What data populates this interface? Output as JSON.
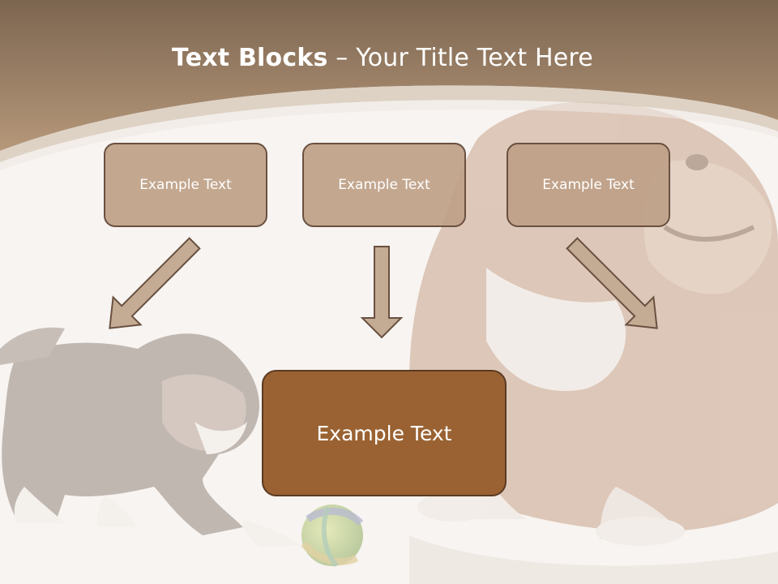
{
  "title": {
    "bold": "Text Blocks",
    "rest": " – Your Title Text Here"
  },
  "boxes": {
    "left": "Example Text",
    "center": "Example Text",
    "right": "Example Text",
    "main": "Example Text"
  },
  "colors": {
    "header": "#a98c70",
    "small_box_fill": "#bea087",
    "main_box_fill": "#9a6232",
    "box_border": "#6a5040",
    "arrow_fill": "#c4ab93"
  }
}
